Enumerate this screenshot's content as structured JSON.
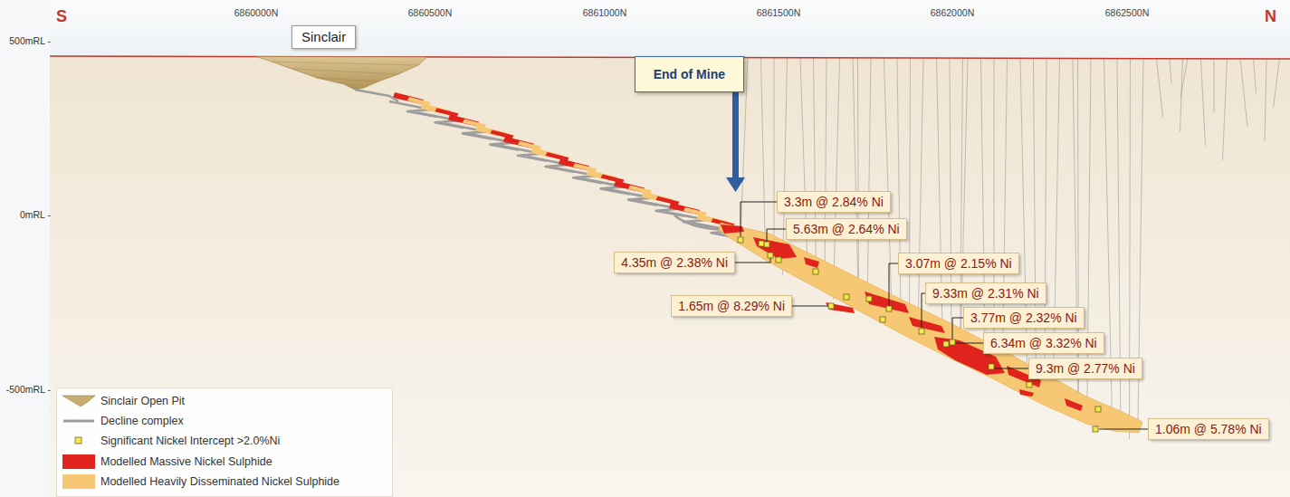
{
  "diagram": {
    "nodes": [
      {
        "text": [
          "Sinclair"
        ]
      },
      {
        "text": [
          "End of Mine"
        ]
      },
      {
        "text": [
          "3.3m @ 2.84% Ni"
        ]
      },
      {
        "text": [
          "5.63m @ 2.64% Ni"
        ]
      },
      {
        "text": [
          "4.35m @ 2.38% Ni"
        ]
      },
      {
        "text": [
          "3.07m @ 2.15% Ni"
        ]
      },
      {
        "text": [
          "1.65m @ 8.29% Ni"
        ]
      },
      {
        "text": [
          "9.33m @ 2.31% Ni"
        ]
      },
      {
        "text": [
          "3.77m @ 2.32% Ni"
        ]
      },
      {
        "text": [
          "6.34m @ 3.32% Ni"
        ]
      },
      {
        "text": [
          "9.3m @ 2.77% Ni"
        ]
      },
      {
        "text": [
          "1.06m @ 5.78% Ni"
        ]
      }
    ],
    "labels": [
      "S",
      "N",
      "6860000N",
      "6860500N",
      "6861000N",
      "6861500N",
      "6862000N",
      "6862500N",
      "500mRL -",
      "0mRL -",
      "-500mRL -"
    ],
    "legend": [
      {
        "text": "Sinclair Open Pit"
      },
      {
        "text": "Decline complex"
      },
      {
        "text": "Significant Nickel Intercept >2.0%Ni"
      },
      {
        "text": "Modelled Massive Nickel Sulphide",
        "color": "#e0231c"
      },
      {
        "text": "Modelled Heavily Disseminated Nickel Sulphide",
        "color": "#f7c873"
      }
    ]
  }
}
